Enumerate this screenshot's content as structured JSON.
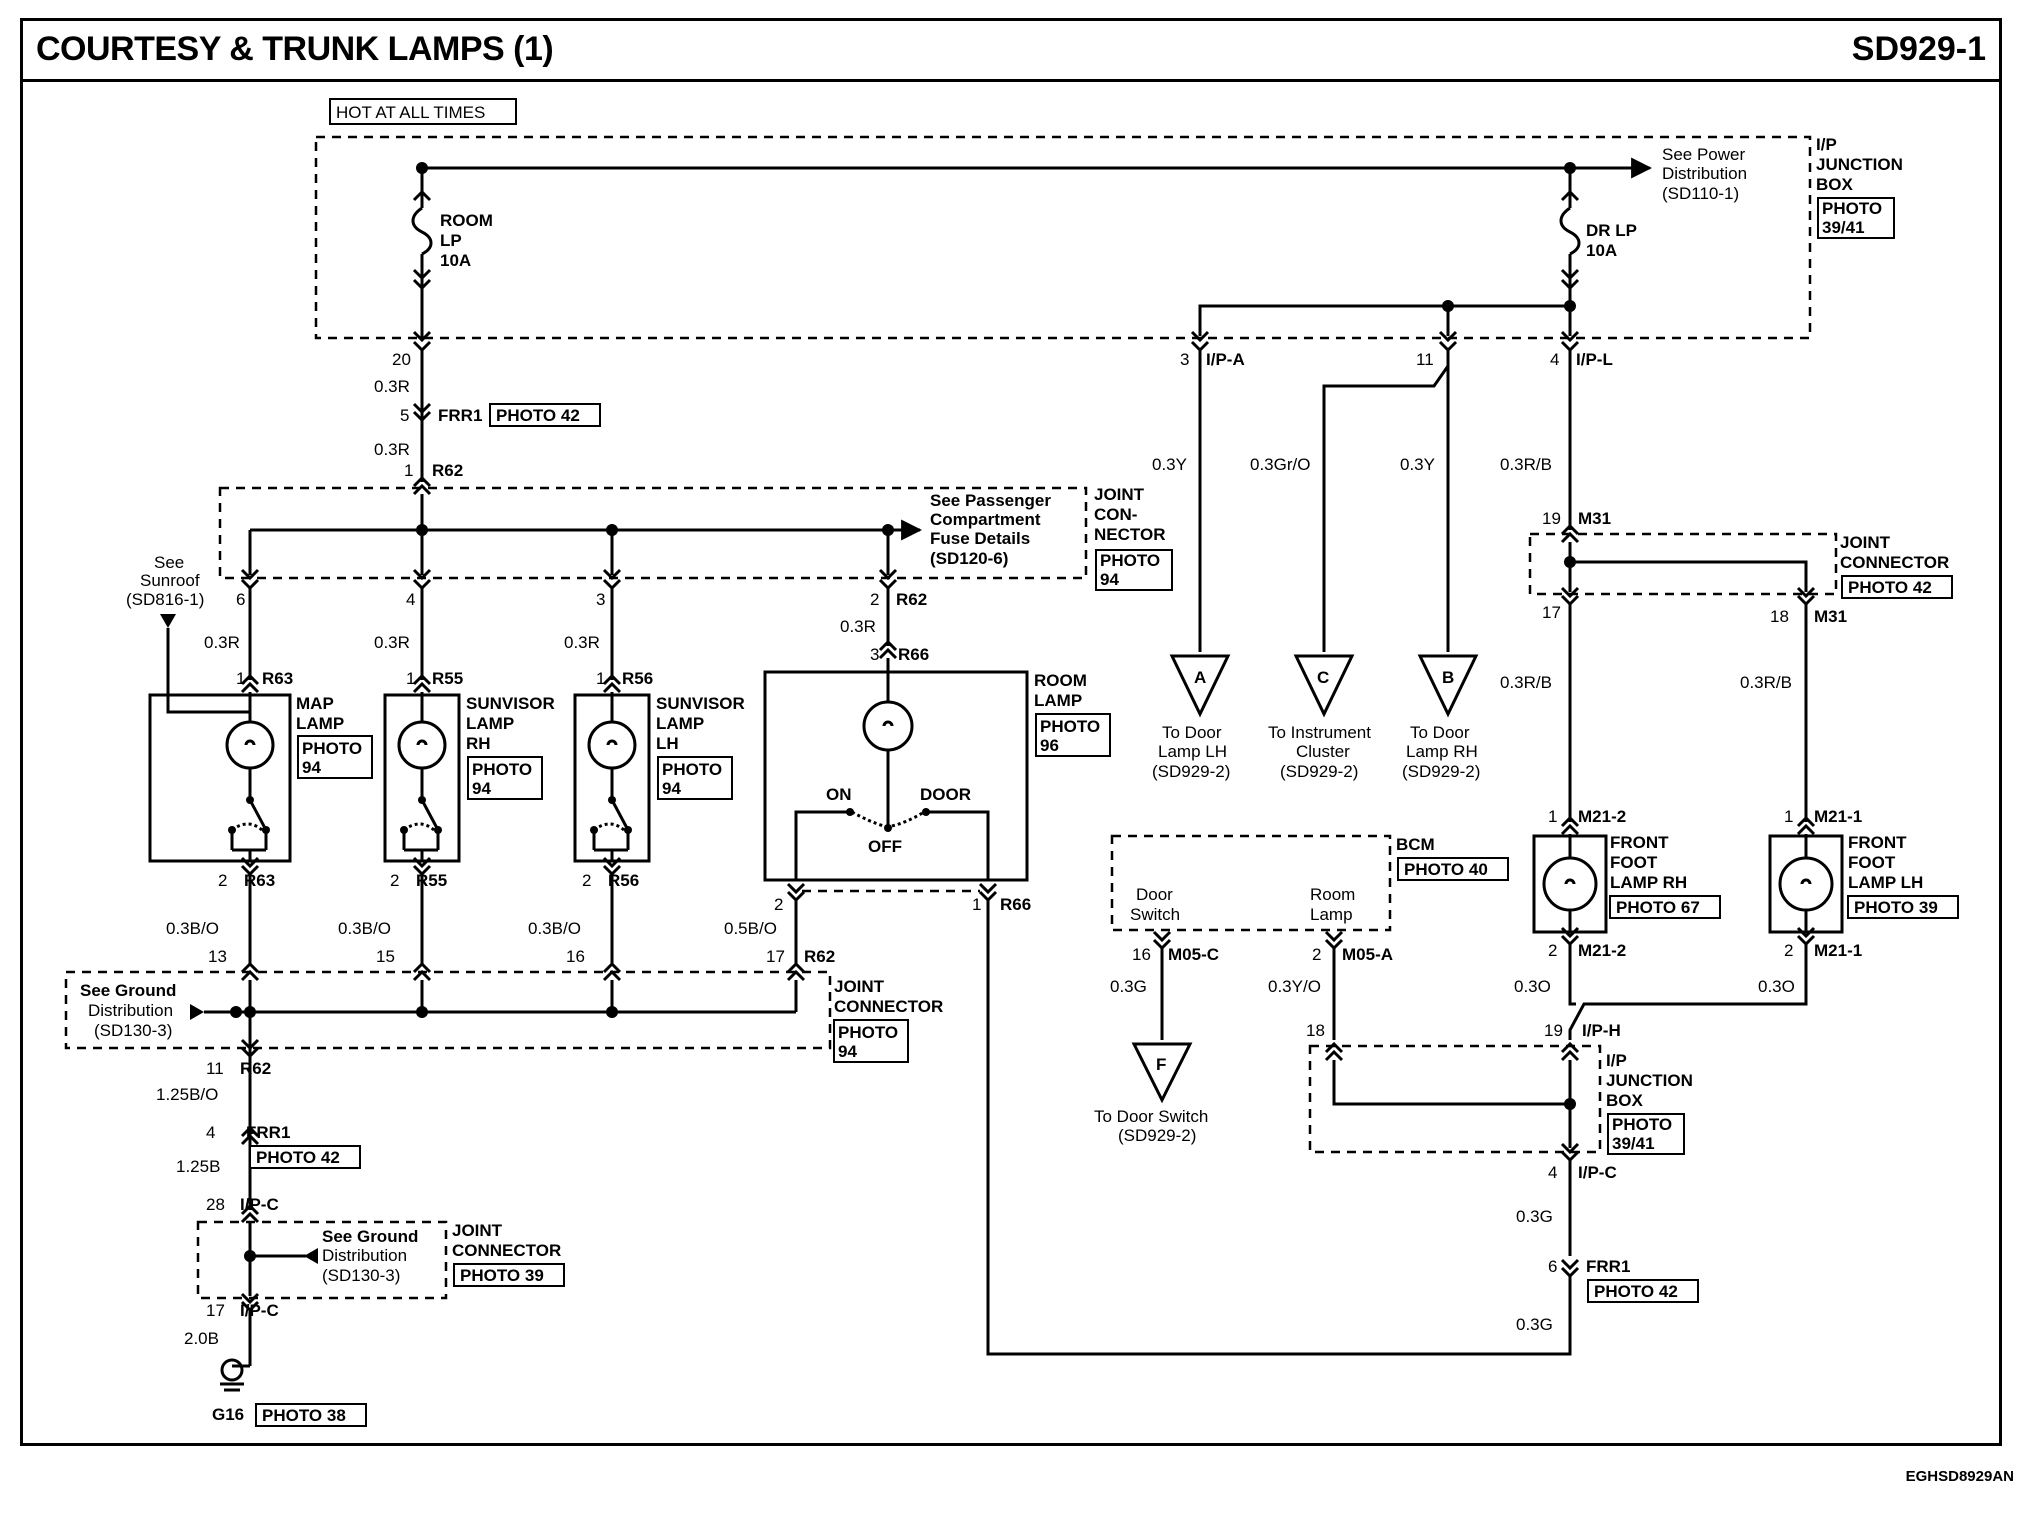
{
  "header": {
    "title": "COURTESY & TRUNK LAMPS (1)",
    "code": "SD929-1"
  },
  "footer": {
    "ref": "EGHSD8929AN"
  },
  "power": {
    "hot": "HOT AT ALL TIMES"
  },
  "ipjb_top": {
    "name": [
      "I/P",
      "JUNCTION",
      "BOX"
    ],
    "photo": [
      "PHOTO",
      "39/41"
    ],
    "see": [
      "See Power",
      "Distribution",
      "(SD110-1)"
    ],
    "fuse_room": [
      "ROOM",
      "LP",
      "10A"
    ],
    "fuse_dr": [
      "DR LP",
      "10A"
    ]
  },
  "pins": {
    "p20": "20",
    "p5": "5",
    "frr1": "FRR1",
    "p1": "1",
    "r62": "R62",
    "p3": "3",
    "ipa": "I/P-A",
    "p11": "11",
    "p4": "4",
    "ipl": "I/P-L",
    "p19": "19",
    "m31": "M31",
    "p17": "17",
    "p18": "18",
    "p6": "6",
    "p2": "2",
    "r63": "R63",
    "r55": "R55",
    "r56": "R56",
    "r66": "R66",
    "p13": "13",
    "p15": "15",
    "p16": "16",
    "p28": "28",
    "ipc": "I/P-C",
    "m21_2": "M21-2",
    "m21_1": "M21-1",
    "iph": "I/P-H",
    "m05c": "M05-C",
    "m05a": "M05-A",
    "g16": "G16"
  },
  "wires": {
    "r03": "0.3R",
    "y03": "0.3Y",
    "gro03": "0.3Gr/O",
    "rb03": "0.3R/B",
    "bo03": "0.3B/O",
    "bo05": "0.5B/O",
    "bo125": "1.25B/O",
    "b125": "1.25B",
    "b20": "2.0B",
    "g03": "0.3G",
    "yo03": "0.3Y/O",
    "o03": "0.3O"
  },
  "photos": {
    "p42": "PHOTO 42",
    "p38": "PHOTO 38",
    "p39": "PHOTO 39",
    "p40": "PHOTO 40",
    "p67": "PHOTO 67",
    "photo": "PHOTO",
    "n94": "94",
    "n96": "96"
  },
  "joint": {
    "upper": [
      "JOINT",
      "CON-",
      "NECTOR"
    ],
    "lower": [
      "JOINT",
      "CONNECTOR"
    ],
    "pass_see": [
      "See Passenger",
      "Compartment",
      "Fuse Details",
      "(SD120-6)"
    ],
    "ground_see": [
      "See Ground",
      "Distribution",
      "(SD130-3)"
    ]
  },
  "components": {
    "map": [
      "MAP",
      "LAMP"
    ],
    "sun_rh": [
      "SUNVISOR",
      "LAMP",
      "RH"
    ],
    "sun_lh": [
      "SUNVISOR",
      "LAMP",
      "LH"
    ],
    "room": [
      "ROOM",
      "LAMP"
    ],
    "sunroof": [
      "See",
      "Sunroof",
      "(SD816-1)"
    ],
    "on": "ON",
    "door": "DOOR",
    "off": "OFF",
    "foot_rh": [
      "FRONT",
      "FOOT",
      "LAMP RH"
    ],
    "foot_lh": [
      "FRONT",
      "FOOT",
      "LAMP LH"
    ],
    "bcm": "BCM",
    "door_switch": [
      "Door",
      "Switch"
    ],
    "room_lamp": [
      "Room",
      "Lamp"
    ],
    "ipjb_bottom": [
      "I/P",
      "JUNCTION",
      "BOX"
    ]
  },
  "offpage": {
    "A": {
      "letter": "A",
      "text": [
        "To Door",
        "Lamp LH",
        "(SD929-2)"
      ]
    },
    "C": {
      "letter": "C",
      "text": [
        "To Instrument",
        "Cluster",
        "(SD929-2)"
      ]
    },
    "B": {
      "letter": "B",
      "text": [
        "To Door",
        "Lamp RH",
        "(SD929-2)"
      ]
    },
    "F": {
      "letter": "F",
      "text": [
        "To Door Switch",
        "(SD929-2)"
      ]
    }
  }
}
